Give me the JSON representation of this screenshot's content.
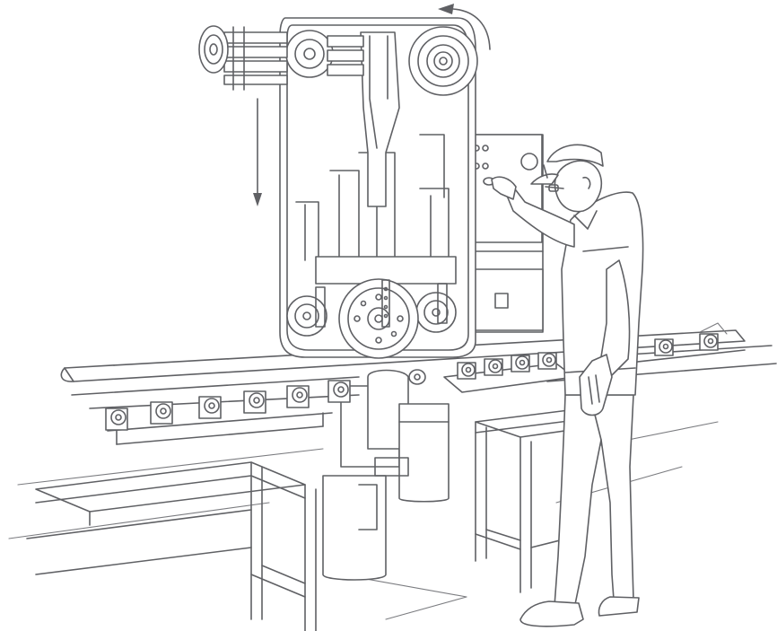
{
  "illustration": {
    "style": "line-art",
    "colors": {
      "line": "#5f6064",
      "background": "#ffffff"
    },
    "roller_count_left": 6,
    "roller_count_right": 8,
    "arrows": [
      "counter-clockwise-belt-arrow",
      "downward-feed-arrow"
    ]
  }
}
